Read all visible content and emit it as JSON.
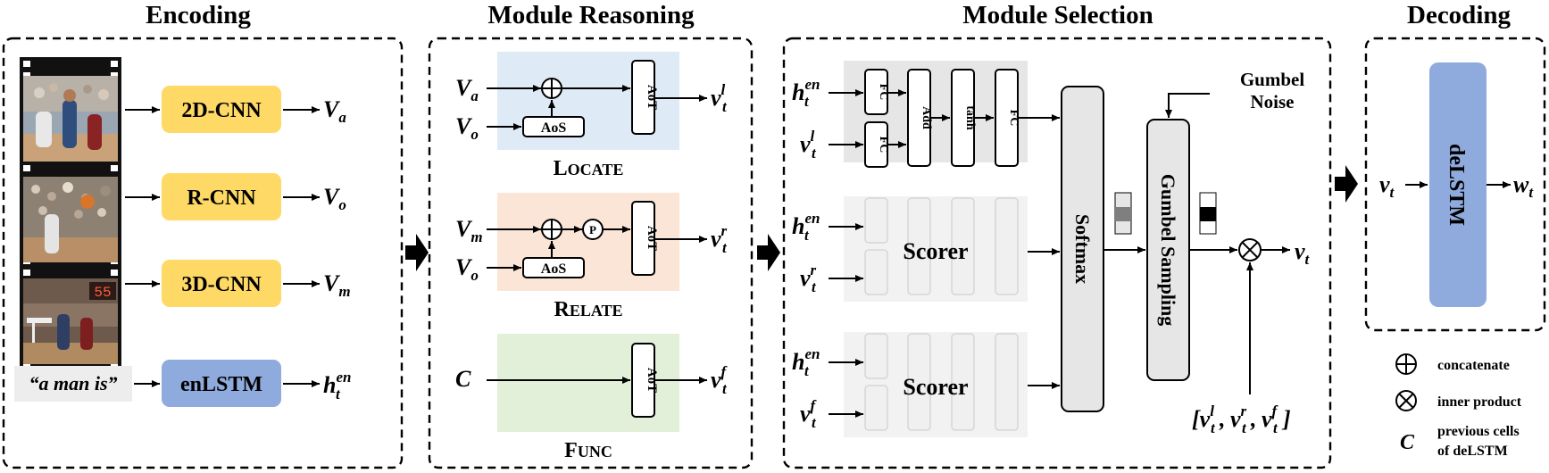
{
  "panels": {
    "encoding": "Encoding",
    "reasoning": "Module Reasoning",
    "selection": "Module Selection",
    "decoding": "Decoding"
  },
  "encoding": {
    "frame_counter": "55",
    "cnn_2d": "2D-CNN",
    "rcnn": "R-CNN",
    "cnn_3d": "3D-CNN",
    "enlstm": "enLSTM",
    "caption": "“a man is”",
    "v_a": "V",
    "v_a_sub": "a",
    "v_o": "V",
    "v_o_sub": "o",
    "v_m": "V",
    "v_m_sub": "m",
    "h": "h",
    "h_sub": "t",
    "h_sup": "en"
  },
  "reasoning": {
    "locate": {
      "cap_big": "L",
      "cap_small": "OCATE"
    },
    "relate": {
      "cap_big": "R",
      "cap_small": "ELATE"
    },
    "func": {
      "cap_big": "F",
      "cap_small": "UNC"
    },
    "aos": "AoS",
    "aot": "AoT",
    "p": "P",
    "c_input": "C",
    "out_l": "v",
    "out_l_sup": "l",
    "out_l_sub": "t",
    "out_r": "v",
    "out_r_sup": "r",
    "out_r_sub": "t",
    "out_f": "v",
    "out_f_sup": "f",
    "out_f_sub": "t"
  },
  "selection": {
    "fc": "FC",
    "add": "Add",
    "tanh": "tanh",
    "scorer": "Scorer",
    "softmax": "Softmax",
    "gumbel_sampling": "Gumbel Sampling",
    "gumbel_noise_line1": "Gumbel",
    "gumbel_noise_line2": "Noise",
    "in_h": "h",
    "in_h_sub": "t",
    "in_h_sup": "en",
    "in_l": "v",
    "in_l_sub": "t",
    "in_l_sup": "l",
    "in_r": "v",
    "in_r_sub": "t",
    "in_r_sup": "r",
    "in_f": "v",
    "in_f_sub": "t",
    "in_f_sup": "f",
    "out_v": "v",
    "out_v_sub": "t",
    "set_open": "[",
    "set_close": "]",
    "set_comma": ",",
    "set_v": "v",
    "set_sub": "t",
    "set_sup_l": "l",
    "set_sup_r": "r",
    "set_sup_f": "f"
  },
  "decoding": {
    "delstm": "deLSTM",
    "in_v": "v",
    "in_v_sub": "t",
    "out_w": "w",
    "out_w_sub": "t"
  },
  "legend": {
    "concatenate": "concatenate",
    "inner_product": "inner product",
    "c_symbol": "C",
    "prev_line1": "previous cells",
    "prev_line2": "of deLSTM"
  },
  "colors": {
    "cnn_yellow": "#ffd966",
    "lstm_blue": "#8faadc",
    "locate_bg": "#deebf7",
    "relate_bg": "#fbe5d6",
    "func_bg": "#e2f0d9",
    "scorer_bg": "#e6e6e6",
    "selector_bg": "#e7e6e6"
  }
}
